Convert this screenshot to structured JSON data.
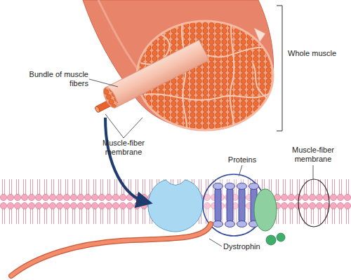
{
  "diagram": {
    "labels": [
      "Bundle of muscle fibers",
      "Whole muscle",
      "Muscle-fiber membrane",
      "Proteins",
      "Muscle-fiber membrane",
      "Dystrophin"
    ]
  }
}
